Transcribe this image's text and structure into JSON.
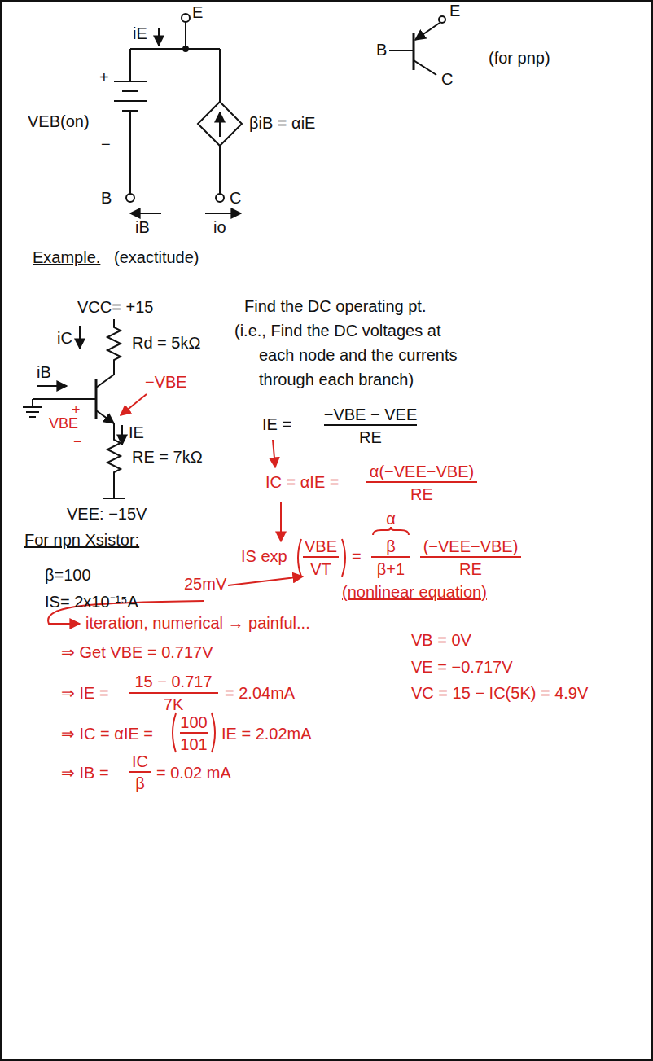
{
  "diagram": {
    "labels": [
      "E",
      "iE",
      "+",
      "VEB(on)",
      "−",
      "βiB = αiE",
      "B",
      "C",
      "iB",
      "io",
      "E",
      "B",
      "C",
      "(for pnp)",
      "Example.",
      "(exactitude)",
      "VCC= +15",
      "iC",
      "Rd = 5kΩ",
      "iB",
      "−VBE",
      "+",
      "VBE",
      "−",
      "IE",
      "RE = 7kΩ",
      "VEE: −15V",
      "For npn Xsistor:",
      "β=100",
      "IS= 2x10⁻¹⁵A",
      "Find the DC operating pt.",
      "(i.e., Find the DC voltages at",
      "each node and the currents",
      "through each branch)",
      "IE =",
      "−VBE − VEE",
      "RE",
      "IC = αIE =",
      "α(−VEE−VBE)",
      "RE",
      "IS exp",
      "VBE",
      "VT",
      "=",
      "α",
      "β",
      "β+1",
      "(−VEE−VBE)",
      "RE",
      "25mV",
      "(nonlinear equation)",
      "iteration, numerical → painful...",
      "⇒ Get VBE = 0.717V",
      "⇒ IE =",
      "15 − 0.717",
      "7K",
      "= 2.04mA",
      "⇒ IC = αIE =",
      "100",
      "101",
      "IE = 2.02mA",
      "⇒ IB =",
      "IC",
      "β",
      "= 0.02 mA",
      "VB = 0V",
      "VE = −0.717V",
      "VC = 15 − IC(5K) = 4.9V"
    ]
  }
}
